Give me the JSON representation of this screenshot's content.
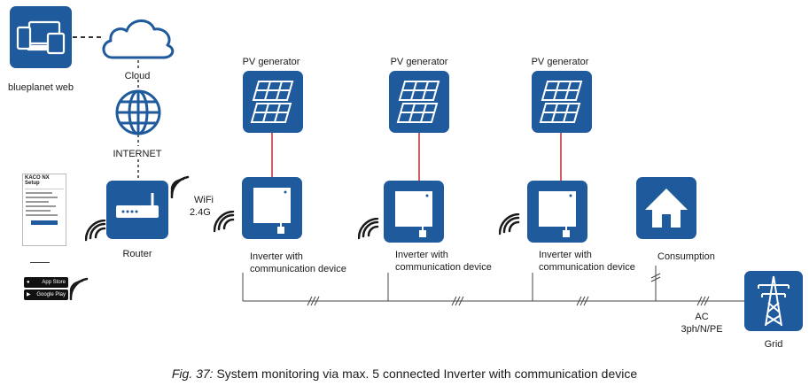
{
  "caption": {
    "prefix": "Fig. 37:",
    "text": " System monitoring via max. 5 connected Inverter with communication device"
  },
  "labels": {
    "web": "blueplanet web",
    "cloud": "Cloud",
    "internet": "INTERNET",
    "router": "Router",
    "wifi": "WiFi",
    "wifi_band": "2.4G",
    "pv1": "PV generator",
    "pv2": "PV generator",
    "pv3": "PV generator",
    "inv1_l1": "Inverter with",
    "inv1_l2": "communication device",
    "inv2_l1": "Inverter with",
    "inv2_l2": "communication device",
    "inv3_l1": "Inverter with",
    "inv3_l2": "communication device",
    "consumption": "Consumption",
    "ac_l1": "AC",
    "ac_l2": "3ph/N/PE",
    "grid": "Grid"
  },
  "phone": {
    "title": "KACO NX Setup",
    "app_store": "App Store",
    "google_play": "Google Play"
  },
  "colors": {
    "box": "#1f5a9c",
    "pv_link": "#c0282d",
    "line": "#444444"
  }
}
